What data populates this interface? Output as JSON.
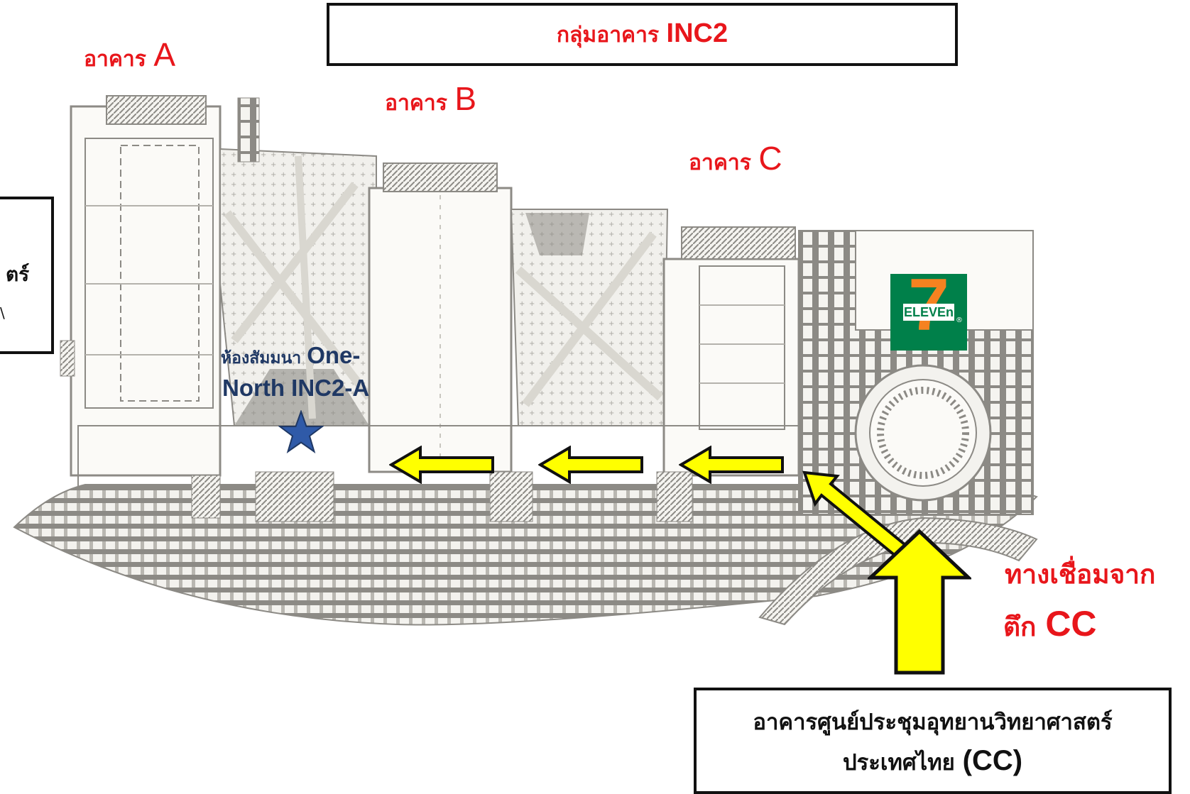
{
  "title_box": {
    "prefix": "กลุ่มอาคาร ",
    "code": "INC2"
  },
  "buildings": {
    "a": {
      "prefix": "อาคาร ",
      "letter": "A"
    },
    "b": {
      "prefix": "อาคาร ",
      "letter": "B"
    },
    "c": {
      "prefix": "อาคาร ",
      "letter": "C"
    }
  },
  "left_box": {
    "line1": "ตร์",
    "line2": "\\"
  },
  "seminar_room": {
    "prefix": "ห้องสัมมนา ",
    "name_line1": "One-",
    "name_line2": "North INC2-A"
  },
  "store_logo": {
    "numeral": "7",
    "text": "ELEVEn",
    "mark": "®"
  },
  "connection": {
    "line1": "ทางเชื่อมจาก",
    "line2_prefix": "ตึก ",
    "line2_code": "CC"
  },
  "cc_box": {
    "line1": "อาคารศูนย์ประชุมอุทยานวิทยาศาสตร์",
    "line2_prefix": "ประเทศไทย ",
    "line2_code": "(CC)"
  },
  "colors": {
    "label_red": "#e8161b",
    "navy": "#1f3864",
    "arrow_yellow": "#ffff00",
    "plan_gray": "#8c8a85",
    "star_blue": "#2f5aa8",
    "logo_green": "#00804a",
    "logo_orange": "#f58220"
  },
  "icons": {
    "marker": "star-icon",
    "direction": "arrow-icon"
  }
}
